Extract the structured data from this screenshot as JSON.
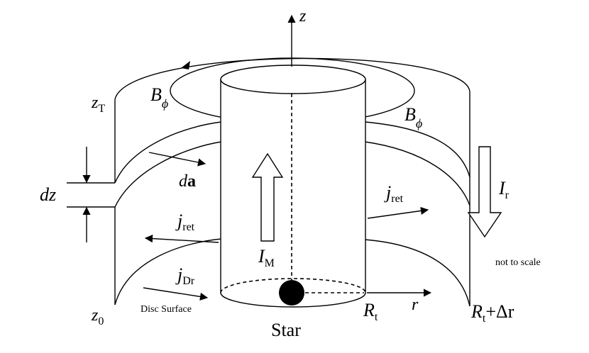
{
  "labels": {
    "z_axis": "z",
    "z_top": "z",
    "z_top_sub": "T",
    "z_bottom": "z",
    "z_bottom_sub": "0",
    "b_phi_left": "B",
    "b_phi_left_sub": "ϕ",
    "b_phi_right": "B",
    "b_phi_right_sub": "ϕ",
    "dz": "dz",
    "da_d": "d",
    "da_a": "a",
    "j_ret_right": "j",
    "j_ret_right_sub": "ret",
    "j_ret_left": "j",
    "j_ret_left_sub": "ret",
    "j_dr": "j",
    "j_dr_sub": "Dr",
    "i_r": "I",
    "i_r_sub": "r",
    "i_m": "I",
    "i_m_sub": "M",
    "not_to_scale": "not to scale",
    "disc_surface": "Disc Surface",
    "star": "Star",
    "r_axis": "r",
    "r_t": "R",
    "r_t_sub": "t",
    "r_outer": "R",
    "r_outer_sub": "t",
    "r_outer_plus": "+Δr"
  }
}
